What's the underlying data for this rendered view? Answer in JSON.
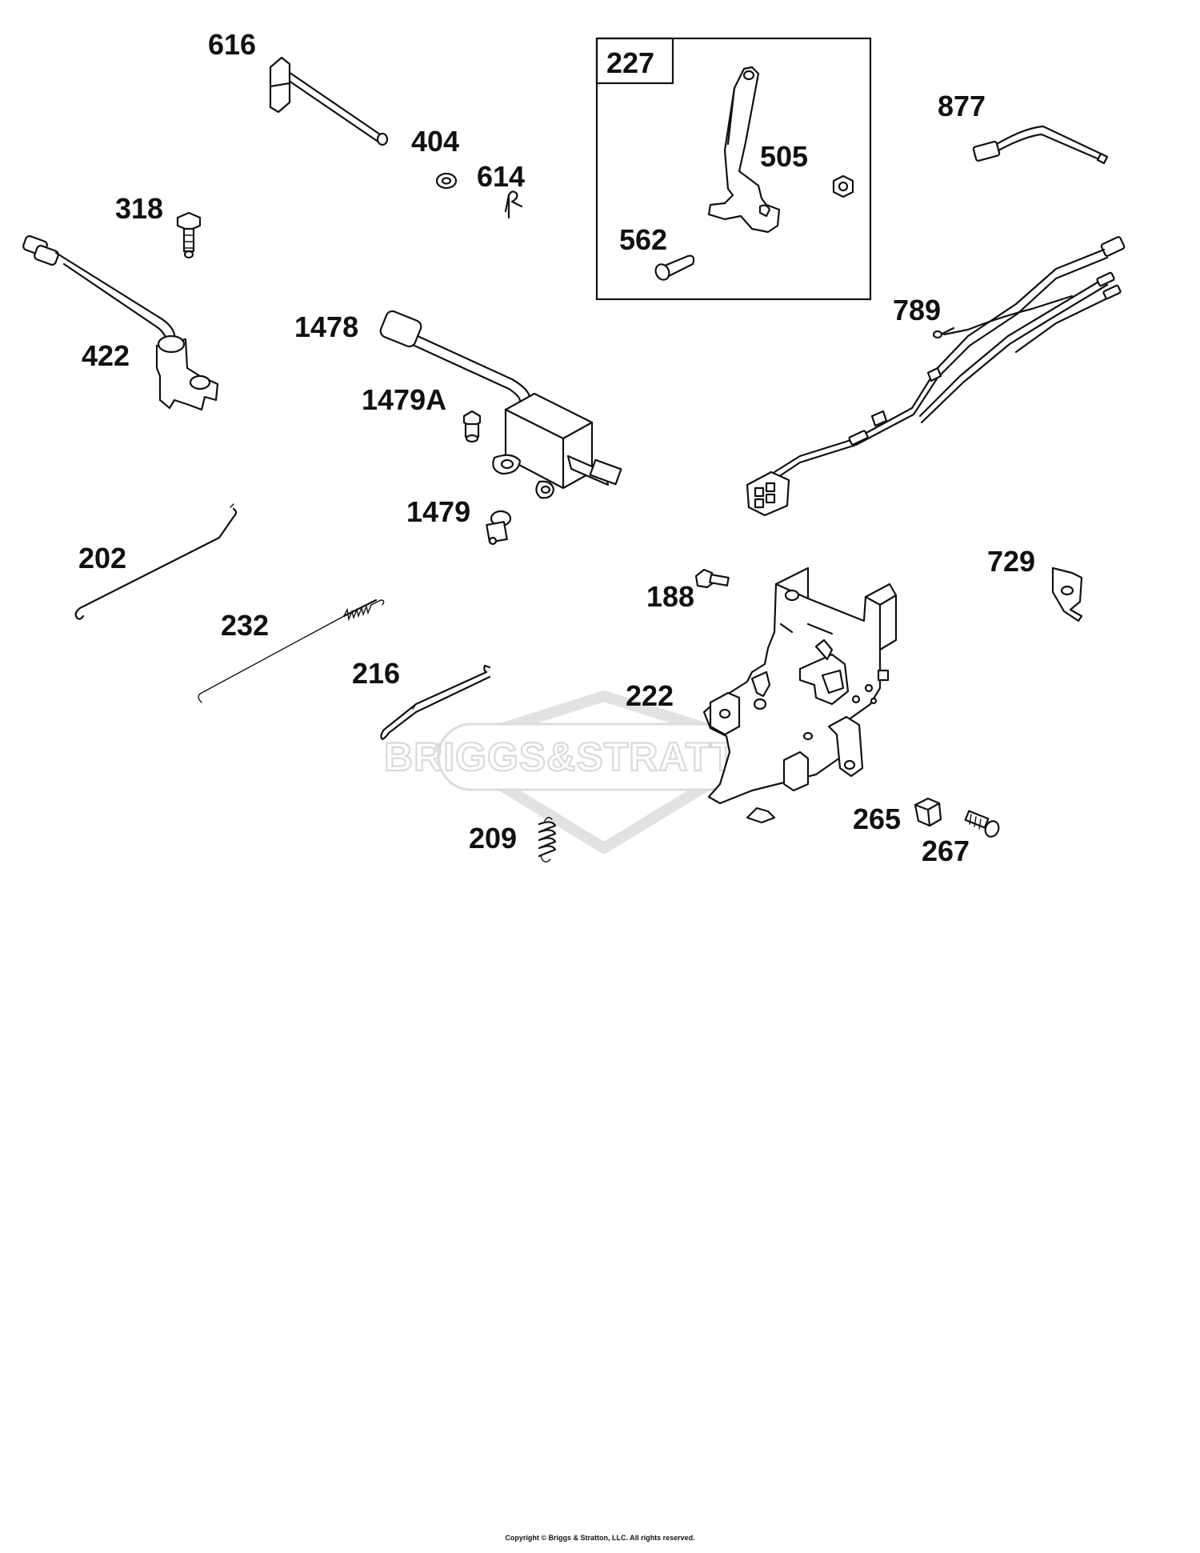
{
  "watermark": {
    "brand": "BRIGGS&STRATTON"
  },
  "callouts": [
    {
      "id": "616",
      "label": "616"
    },
    {
      "id": "404",
      "label": "404"
    },
    {
      "id": "614",
      "label": "614"
    },
    {
      "id": "318",
      "label": "318"
    },
    {
      "id": "422",
      "label": "422"
    },
    {
      "id": "227",
      "label": "227"
    },
    {
      "id": "505",
      "label": "505"
    },
    {
      "id": "562",
      "label": "562"
    },
    {
      "id": "877",
      "label": "877"
    },
    {
      "id": "789",
      "label": "789"
    },
    {
      "id": "1478",
      "label": "1478"
    },
    {
      "id": "1479A",
      "label": "1479A"
    },
    {
      "id": "1479",
      "label": "1479"
    },
    {
      "id": "202",
      "label": "202"
    },
    {
      "id": "232",
      "label": "232"
    },
    {
      "id": "216",
      "label": "216"
    },
    {
      "id": "188",
      "label": "188"
    },
    {
      "id": "729",
      "label": "729"
    },
    {
      "id": "222",
      "label": "222"
    },
    {
      "id": "209",
      "label": "209"
    },
    {
      "id": "265",
      "label": "265"
    },
    {
      "id": "267",
      "label": "267"
    }
  ],
  "footer": {
    "copyright": "Copyright © Briggs & Stratton, LLC. All rights reserved."
  }
}
